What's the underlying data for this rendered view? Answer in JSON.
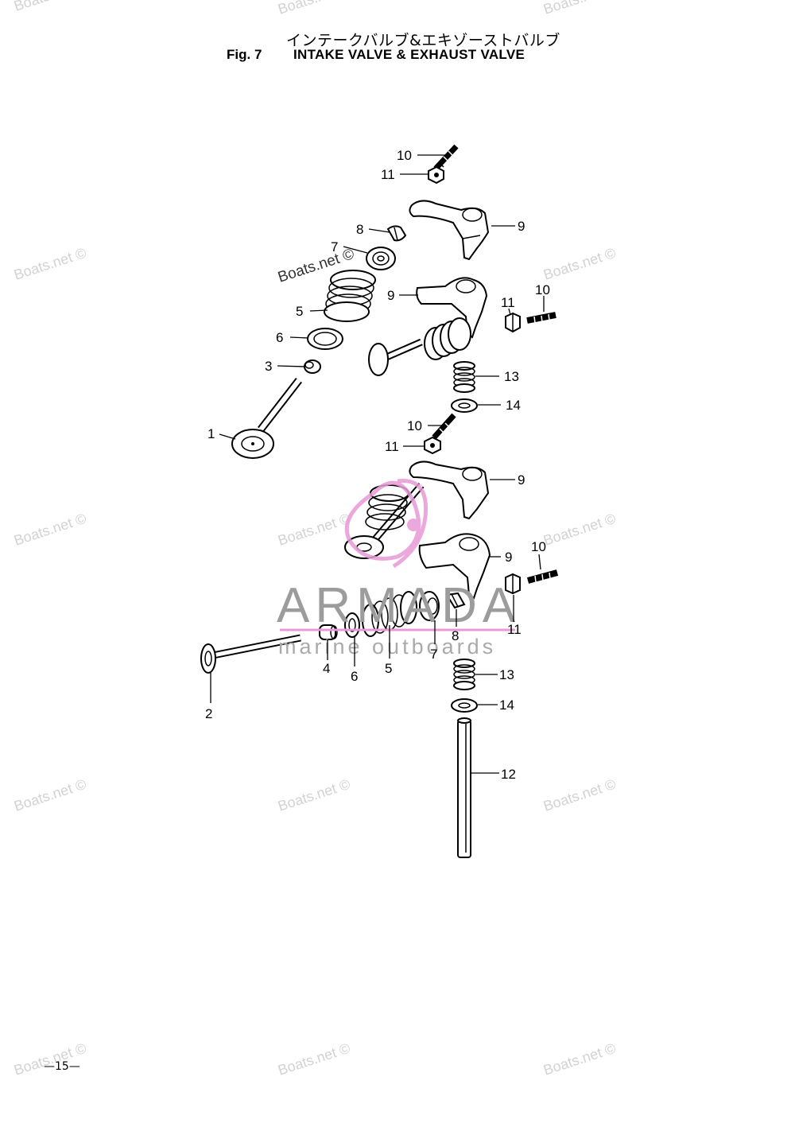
{
  "title": {
    "japanese": "インテークバルブ&エキゾーストバルブ",
    "figure": "Fig. 7",
    "english": "INTAKE VALVE & EXHAUST VALVE"
  },
  "page_number": "—15—",
  "watermark": {
    "site": "Boats.net ©",
    "brand": "ARMADA",
    "brand_sub": "marine outboards"
  },
  "callouts": {
    "c1": "1",
    "c2": "2",
    "c3": "3",
    "c4": "4",
    "c5a": "5",
    "c5b": "5",
    "c6a": "6",
    "c6b": "6",
    "c7a": "7",
    "c7b": "7",
    "c8a": "8",
    "c8b": "8",
    "c9a": "9",
    "c9b": "9",
    "c9c": "9",
    "c9d": "9",
    "c10a": "10",
    "c10b": "10",
    "c10c": "10",
    "c10d": "10",
    "c11a": "11",
    "c11b": "11",
    "c11c": "11",
    "c11d": "11",
    "c12": "12",
    "c13a": "13",
    "c13b": "13",
    "c14a": "14",
    "c14b": "14"
  },
  "colors": {
    "line": "#000000",
    "watermark": "#d2d2d2",
    "logo_pink": "#e89ad6",
    "brand_gray": "#9c9c9c"
  }
}
